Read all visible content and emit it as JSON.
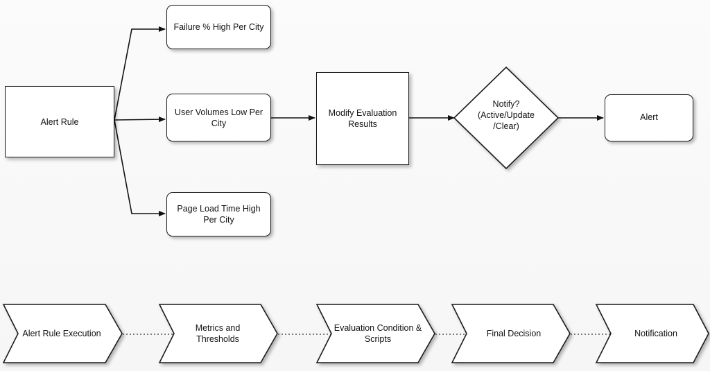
{
  "flow": {
    "alert_rule": "Alert Rule",
    "failure_pct": "Failure % High Per City",
    "user_volumes": "User Volumes Low Per City",
    "page_load": "Page Load Time High Per City",
    "modify_eval": "Modify Evaluation Results",
    "notify_line1": "Notify?",
    "notify_line2": "(Active/Update",
    "notify_line3": "/Clear)",
    "alert": "Alert"
  },
  "stages": {
    "s1": "Alert Rule Execution",
    "s2": "Metrics and Thresholds",
    "s3": "Evaluation Condition & Scripts",
    "s4": "Final Decision",
    "s5": "Notification"
  }
}
